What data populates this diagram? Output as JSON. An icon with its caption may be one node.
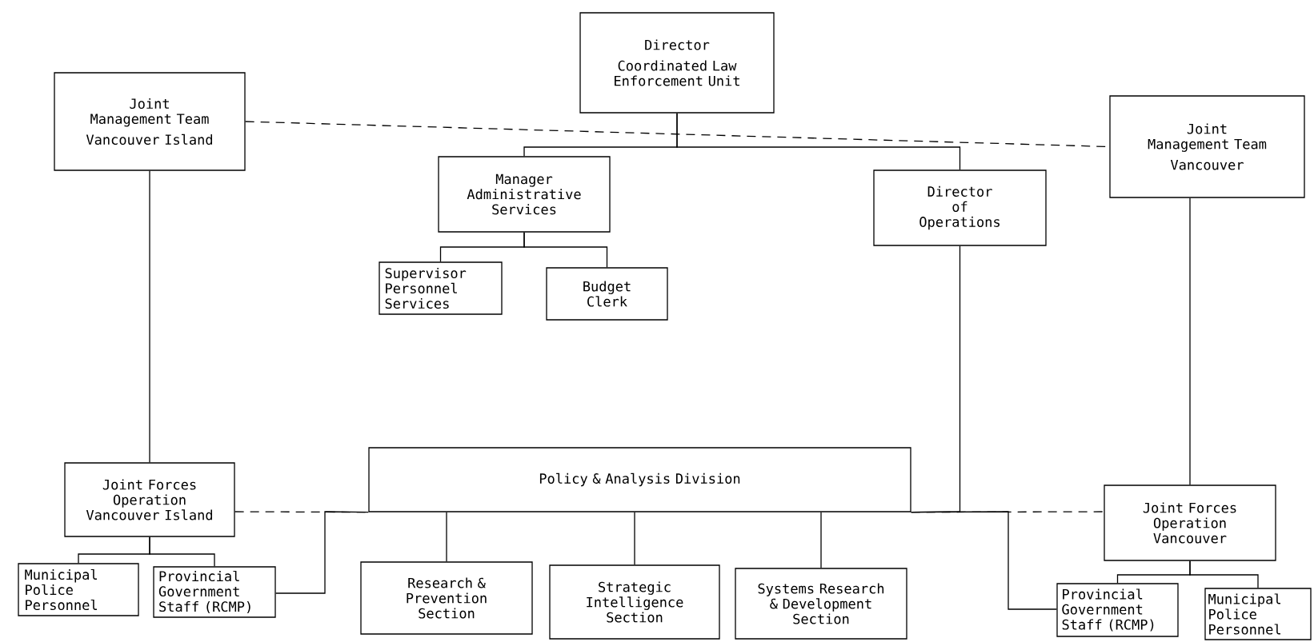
{
  "diagram": {
    "nodes": [
      {
        "text": [
          "Director",
          "Coordinated Law Enforcement Unit"
        ]
      },
      {
        "text": [
          "Joint Management Team",
          "Vancouver Island"
        ]
      },
      {
        "text": [
          "Joint Management Team",
          "Vancouver"
        ]
      },
      {
        "text": [
          "Manager Administrative Services"
        ]
      },
      {
        "text": [
          "Director of Operations"
        ]
      },
      {
        "text": [
          "Supervisor Personnel Services"
        ]
      },
      {
        "text": [
          "Budget Clerk"
        ]
      },
      {
        "text": [
          "Policy & Analysis Division"
        ]
      },
      {
        "text": [
          "Joint Forces Operation Vancouver Island"
        ]
      },
      {
        "text": [
          "Municipal Police Personnel"
        ]
      },
      {
        "text": [
          "Provincial Government Staff (RCMP)"
        ]
      },
      {
        "text": [
          "Research & Prevention Section"
        ]
      },
      {
        "text": [
          "Strategic Intelligence Section"
        ]
      },
      {
        "text": [
          "Systems Research & Development Section"
        ]
      },
      {
        "text": [
          "Joint Forces Operation Vancouver"
        ]
      },
      {
        "text": [
          "Provincial Government Staff (RCMP)"
        ]
      },
      {
        "text": [
          "Municipal Police Personnel"
        ]
      }
    ],
    "edges": [
      {
        "from": 0,
        "to": 3,
        "arrow": "none"
      },
      {
        "from": 0,
        "to": 4,
        "arrow": "none"
      },
      {
        "from": 1,
        "to": 2,
        "arrow": "none",
        "style": "dashed"
      },
      {
        "from": 3,
        "to": 5,
        "arrow": "none"
      },
      {
        "from": 3,
        "to": 6,
        "arrow": "none"
      },
      {
        "from": 1,
        "to": 8,
        "arrow": "none"
      },
      {
        "from": 2,
        "to": 14,
        "arrow": "none"
      },
      {
        "from": 4,
        "to": 7,
        "arrow": "none"
      },
      {
        "from": 8,
        "to": 7,
        "arrow": "none",
        "style": "dashed"
      },
      {
        "from": 7,
        "to": 14,
        "arrow": "none",
        "style": "dashed"
      },
      {
        "from": 7,
        "to": 10,
        "arrow": "none"
      },
      {
        "from": 7,
        "to": 11,
        "arrow": "none"
      },
      {
        "from": 7,
        "to": 12,
        "arrow": "none"
      },
      {
        "from": 7,
        "to": 13,
        "arrow": "none"
      },
      {
        "from": 7,
        "to": 15,
        "arrow": "none"
      },
      {
        "from": 8,
        "to": 9,
        "arrow": "none"
      },
      {
        "from": 8,
        "to": 10,
        "arrow": "none"
      },
      {
        "from": 14,
        "to": 15,
        "arrow": "none"
      },
      {
        "from": 14,
        "to": 16,
        "arrow": "none"
      }
    ]
  }
}
